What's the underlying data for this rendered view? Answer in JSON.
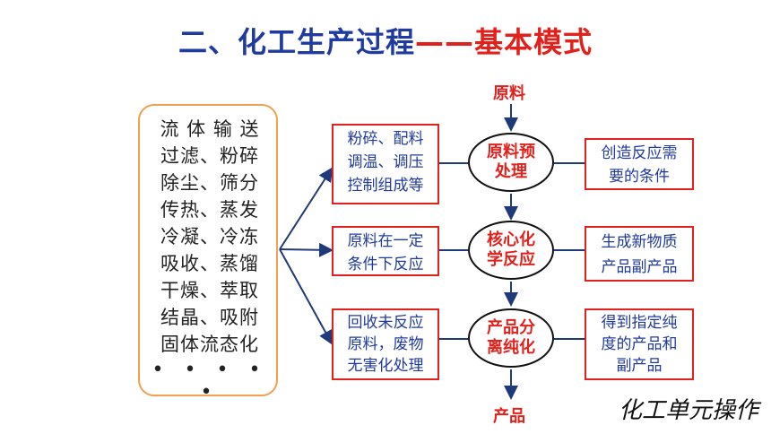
{
  "title": {
    "main": "二、化工生产过程",
    "dash": "——",
    "sub": "基本模式"
  },
  "input_label": "原料",
  "output_label": "产品",
  "operations": {
    "lines": [
      "流 体 输 送",
      "过滤、粉碎",
      "除尘、筛分",
      "传热、蒸发",
      "冷凝、冷冻",
      "吸收、蒸馏",
      "干燥、萃取",
      "结晶、吸附",
      "固体流态化"
    ],
    "more": "• • • • •"
  },
  "steps": [
    {
      "name": "原料预处理",
      "name_l1": "原料预",
      "name_l2": "处理",
      "left": "粉碎、配料\n调温、调压\n控制组成等",
      "right": "创造反应需\n要的条件"
    },
    {
      "name": "核心化学反应",
      "name_l1": "核心化",
      "name_l2": "学反应",
      "left": "原料在一定\n条件下反应",
      "right": "生成新物质\n产品副产品"
    },
    {
      "name": "产品分离纯化",
      "name_l1": "产品分",
      "name_l2": "离纯化",
      "left": "回收未反应\n原料，废物\n无害化处理",
      "right": "得到指定纯\n度的产品和\n副产品"
    }
  ],
  "signature": "化工单元操作"
}
